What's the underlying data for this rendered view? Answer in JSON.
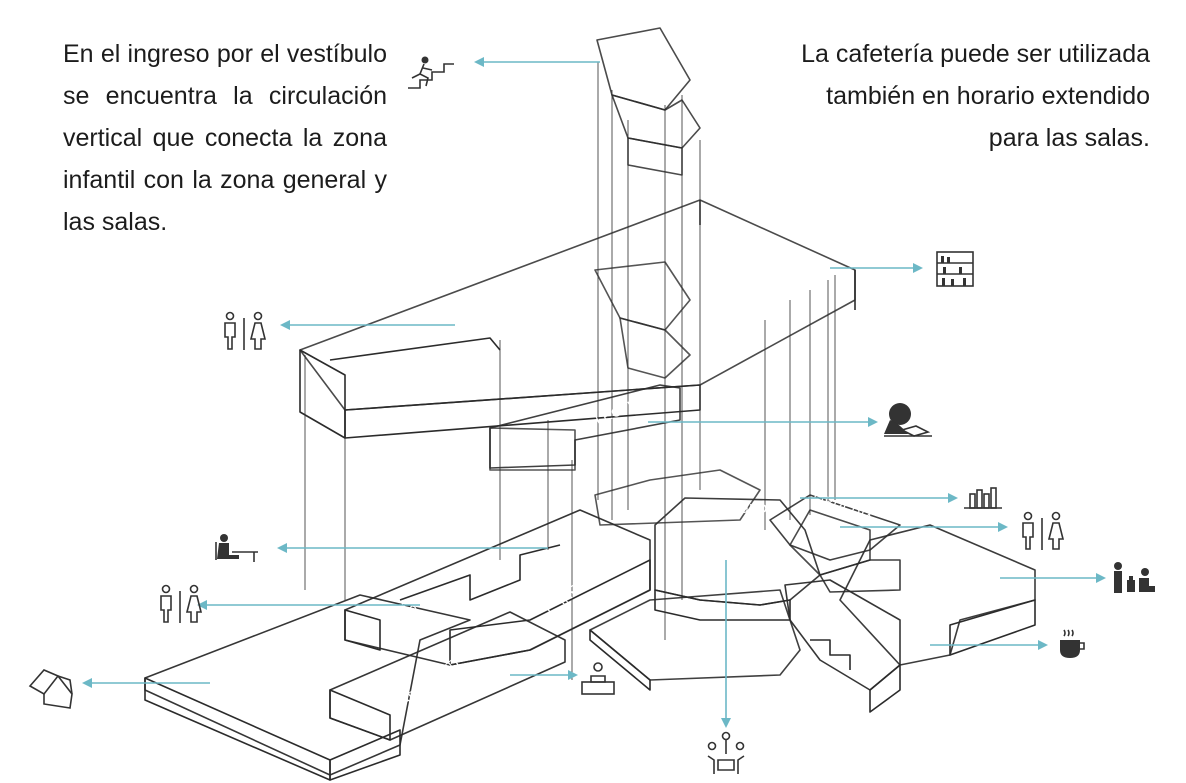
{
  "left_paragraph": "En el ingreso por el vestíbulo se encuentra la circulación vertical que conecta la zona infantil con la zona general y las salas.",
  "right_paragraph": "La cafetería puede ser utilizada también en horario extendido para las salas.",
  "zones": {
    "c_vertical": "C. VERTICAL",
    "f_general": "F. GENERAL",
    "ss_hh_upper": "SS.HH.",
    "lectura": "LECTURA",
    "vestibulo": "VESTÍBULO",
    "libreria": "LIBRERÍA",
    "ss_hh_right": "SS.HH",
    "salas": "SALAS",
    "cafeteria": "CAFETERÍA",
    "f_infantil": "F. INFANTIL",
    "ss_hh_left": "SS.HH.",
    "administracion": "ADMINISTRACIÓN",
    "logistica": "LOGÍSTICA"
  },
  "colors": {
    "purple": "#b9a6d6",
    "orange": "#e8956f",
    "yellow": "#f2e08a",
    "magenta": "#c55aa8",
    "cyan": "#4ec4d8",
    "blue": "#7aa6dd",
    "slate": "#6f7fb5",
    "teal": "#4f9e9a",
    "arrow": "#6cb8c6"
  },
  "icons": [
    "stairs-icon",
    "bookshelf-icon",
    "restroom-icon",
    "reader-icon",
    "books-icon",
    "desk-worker-icon",
    "waiting-room-icon",
    "coffee-cup-icon",
    "box-icon",
    "reception-icon",
    "meeting-group-icon"
  ]
}
